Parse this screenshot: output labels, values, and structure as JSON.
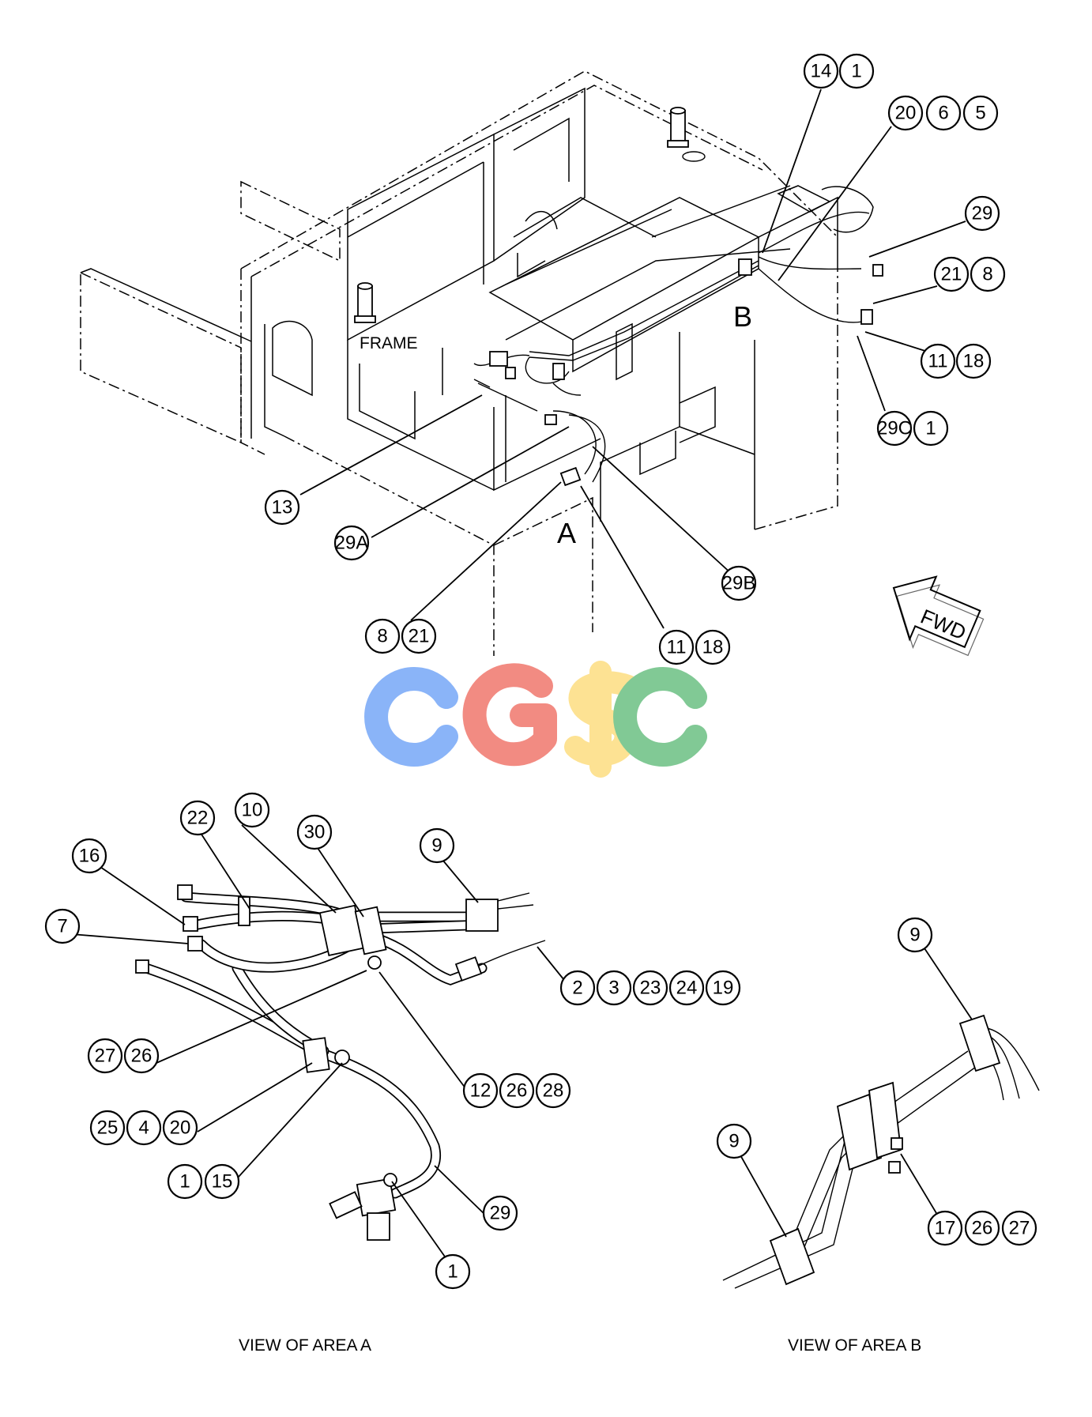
{
  "labels": {
    "frame": "FRAME",
    "area_a": "A",
    "area_b": "B",
    "fwd": "FWD",
    "view_a": "VIEW OF AREA A",
    "view_b": "VIEW OF AREA B"
  },
  "watermark": {
    "letters": [
      "C",
      "G",
      "S",
      "C"
    ],
    "colors": [
      "#8ab4f8",
      "#f28b82",
      "#fde293",
      "#81c995"
    ]
  },
  "callouts_top": {
    "c14": "14",
    "c1a": "1",
    "c20": "20",
    "c6": "6",
    "c5": "5",
    "c29": "29",
    "c21": "21",
    "c8": "8",
    "c11": "11",
    "c18": "18",
    "c29c": "29C",
    "c1b": "1",
    "c13": "13",
    "c29a": "29A",
    "c29b": "29B",
    "c8b": "8",
    "c21b": "21",
    "c11b": "11",
    "c18b": "18"
  },
  "callouts_a": {
    "c22": "22",
    "c10": "10",
    "c30": "30",
    "c9": "9",
    "c16": "16",
    "c7": "7",
    "c2": "2",
    "c3": "3",
    "c23": "23",
    "c24": "24",
    "c19": "19",
    "c27": "27",
    "c26": "26",
    "c12": "12",
    "c26b": "26",
    "c28": "28",
    "c25": "25",
    "c4": "4",
    "c20": "20",
    "c1": "1",
    "c15": "15",
    "c29": "29",
    "c1b": "1"
  },
  "callouts_b": {
    "c9a": "9",
    "c9b": "9",
    "c17": "17",
    "c26": "26",
    "c27": "27"
  }
}
